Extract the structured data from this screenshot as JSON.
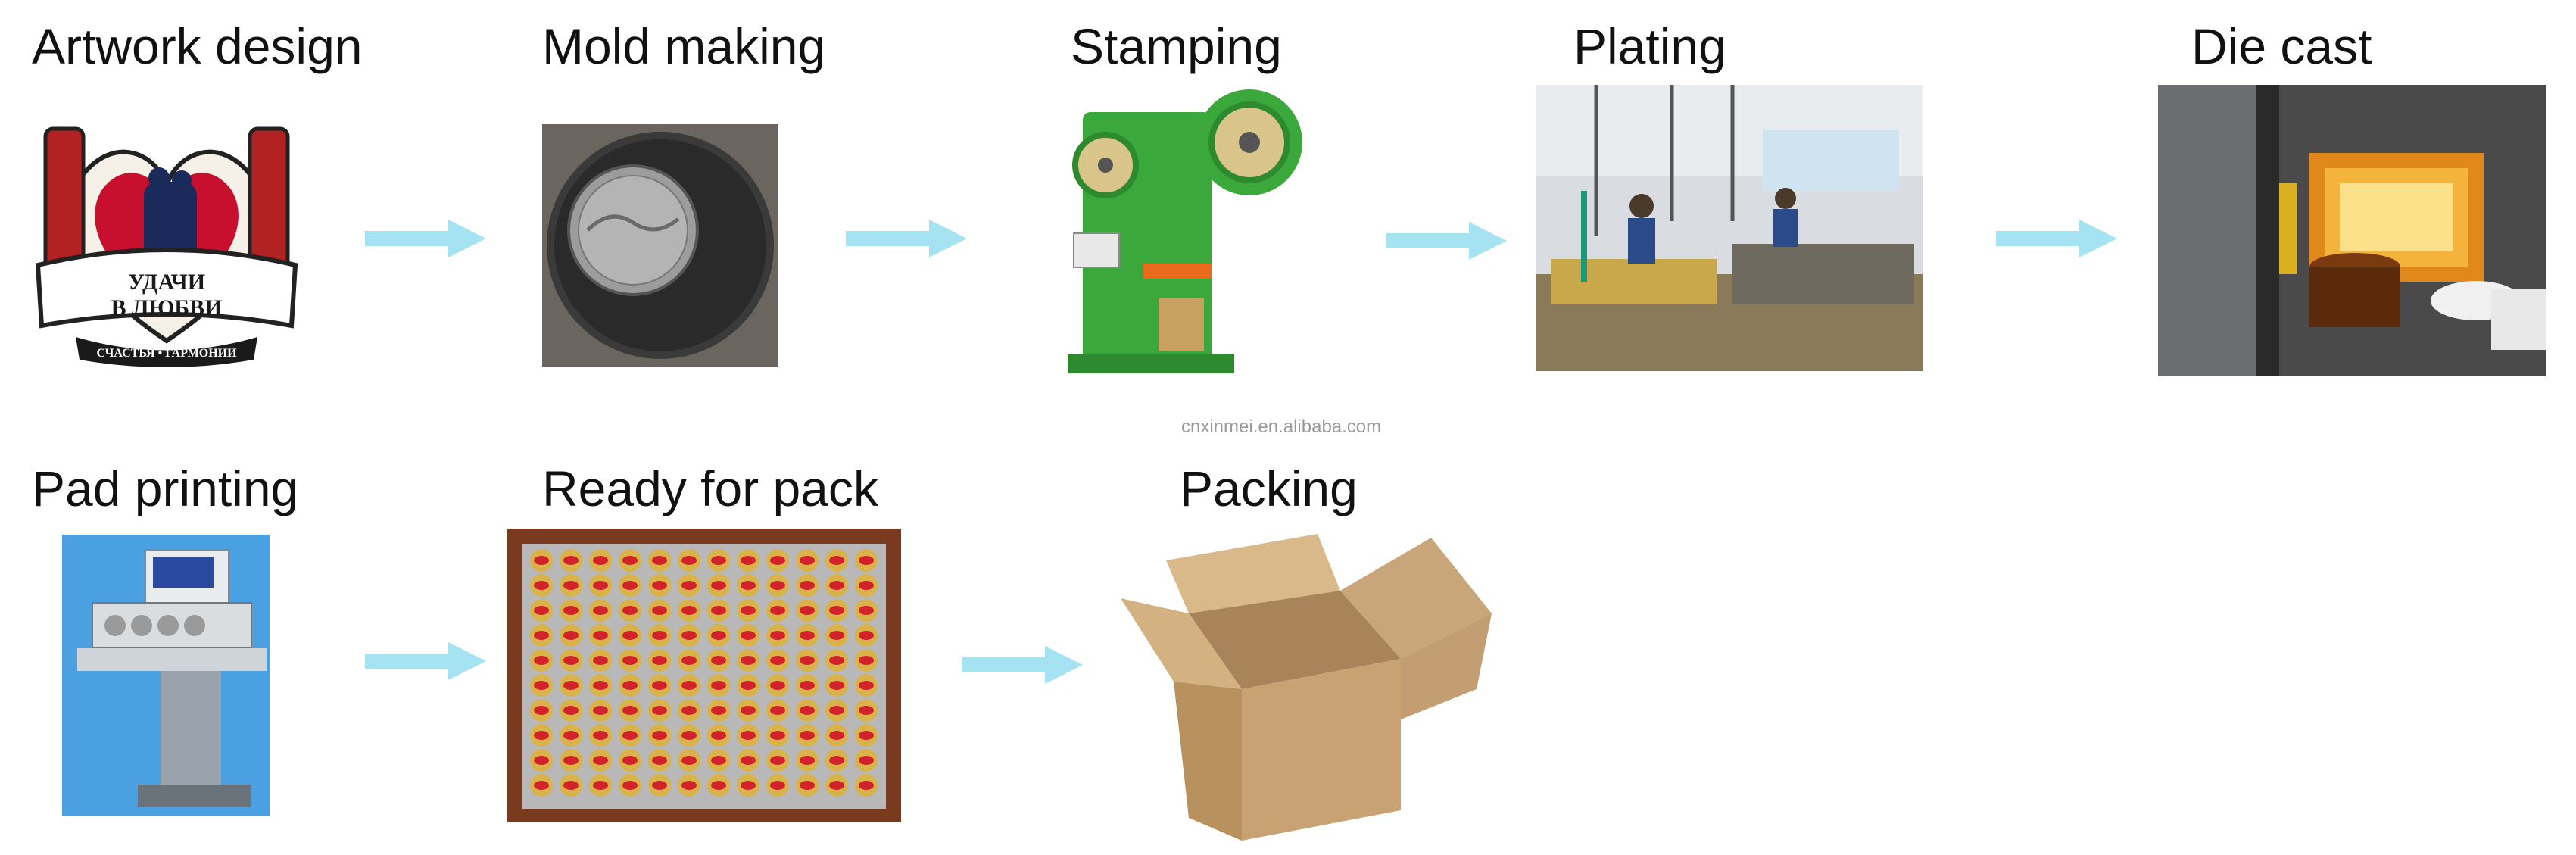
{
  "steps": {
    "artwork_design": {
      "label": "Artwork design",
      "badge_line1": "УДАЧИ",
      "badge_line2": "В ЛЮБВИ",
      "badge_ribbon": "СЧАСТЬЯ • ГАРМОНИИ"
    },
    "mold_making": {
      "label": "Mold making"
    },
    "stamping": {
      "label": "Stamping"
    },
    "plating": {
      "label": "Plating"
    },
    "die_cast": {
      "label": "Die cast"
    },
    "pad_printing": {
      "label": "Pad printing"
    },
    "ready_for_pack": {
      "label": "Ready for pack"
    },
    "packing": {
      "label": "Packing"
    }
  },
  "watermark": "cnxinmei.en.alibaba.com",
  "colors": {
    "arrow": "#a6e3f2",
    "label": "#111111",
    "machine_green": "#3aa83a",
    "cardboard": "#c9a57a"
  },
  "icons": {
    "arrow": "right-arrow-icon"
  }
}
